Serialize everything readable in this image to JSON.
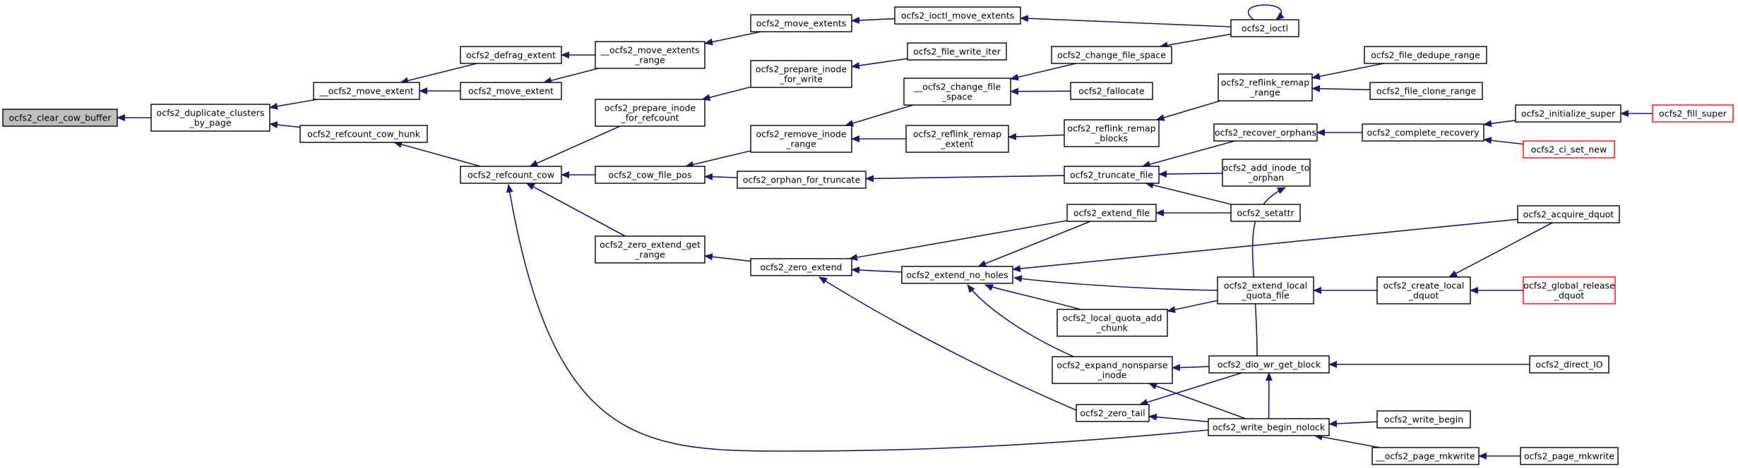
{
  "colors": {
    "edge": "#191970",
    "node_border": "#000000",
    "node_border_truncated": "#ff0000",
    "node_fill": "#ffffff",
    "focus_fill": "#bfbfbf",
    "text": "#000000"
  },
  "nodes": [
    {
      "id": "clear_cow_buffer",
      "lines": [
        "ocfs2_clear_cow_buffer"
      ],
      "focus": true
    },
    {
      "id": "dup_clusters",
      "lines": [
        "ocfs2_duplicate_clusters",
        "_by_page"
      ]
    },
    {
      "id": "move_extent_u",
      "lines": [
        "__ocfs2_move_extent"
      ]
    },
    {
      "id": "refcount_cow_hunk",
      "lines": [
        "ocfs2_refcount_cow_hunk"
      ]
    },
    {
      "id": "defrag_extent",
      "lines": [
        "ocfs2_defrag_extent"
      ]
    },
    {
      "id": "move_extent",
      "lines": [
        "ocfs2_move_extent"
      ]
    },
    {
      "id": "refcount_cow",
      "lines": [
        "ocfs2_refcount_cow"
      ]
    },
    {
      "id": "move_extents_range",
      "lines": [
        "__ocfs2_move_extents",
        "_range"
      ]
    },
    {
      "id": "prepare_inode_refcount",
      "lines": [
        "ocfs2_prepare_inode",
        "_for_refcount"
      ]
    },
    {
      "id": "cow_file_pos",
      "lines": [
        "ocfs2_cow_file_pos"
      ]
    },
    {
      "id": "zero_extend_get_range",
      "lines": [
        "ocfs2_zero_extend_get",
        "_range"
      ]
    },
    {
      "id": "move_extents",
      "lines": [
        "ocfs2_move_extents"
      ]
    },
    {
      "id": "prepare_inode_write",
      "lines": [
        "ocfs2_prepare_inode",
        "_for_write"
      ]
    },
    {
      "id": "remove_inode_range",
      "lines": [
        "ocfs2_remove_inode",
        "_range"
      ]
    },
    {
      "id": "orphan_for_truncate",
      "lines": [
        "ocfs2_orphan_for_truncate"
      ]
    },
    {
      "id": "zero_extend",
      "lines": [
        "ocfs2_zero_extend"
      ]
    },
    {
      "id": "ioctl_move_extents",
      "lines": [
        "ocfs2_ioctl_move_extents"
      ]
    },
    {
      "id": "file_write_iter",
      "lines": [
        "ocfs2_file_write_iter"
      ]
    },
    {
      "id": "change_file_space_u",
      "lines": [
        "__ocfs2_change_file",
        "_space"
      ]
    },
    {
      "id": "reflink_remap_extent",
      "lines": [
        "ocfs2_reflink_remap",
        "_extent"
      ]
    },
    {
      "id": "extend_no_holes",
      "lines": [
        "ocfs2_extend_no_holes"
      ]
    },
    {
      "id": "change_file_space",
      "lines": [
        "ocfs2_change_file_space"
      ]
    },
    {
      "id": "fallocate",
      "lines": [
        "ocfs2_fallocate"
      ]
    },
    {
      "id": "reflink_remap_blocks",
      "lines": [
        "ocfs2_reflink_remap",
        "_blocks"
      ]
    },
    {
      "id": "truncate_file",
      "lines": [
        "ocfs2_truncate_file"
      ]
    },
    {
      "id": "extend_file",
      "lines": [
        "ocfs2_extend_file"
      ]
    },
    {
      "id": "local_quota_add_chunk",
      "lines": [
        "ocfs2_local_quota_add",
        "_chunk"
      ]
    },
    {
      "id": "expand_nonsparse",
      "lines": [
        "ocfs2_expand_nonsparse",
        "_inode"
      ]
    },
    {
      "id": "zero_tail",
      "lines": [
        "ocfs2_zero_tail"
      ]
    },
    {
      "id": "ioctl",
      "lines": [
        "ocfs2_ioctl"
      ]
    },
    {
      "id": "reflink_remap_range",
      "lines": [
        "ocfs2_reflink_remap",
        "_range"
      ]
    },
    {
      "id": "recover_orphans",
      "lines": [
        "ocfs2_recover_orphans"
      ]
    },
    {
      "id": "add_inode_to_orphan",
      "lines": [
        "ocfs2_add_inode_to",
        "_orphan"
      ]
    },
    {
      "id": "setattr",
      "lines": [
        "ocfs2_setattr"
      ]
    },
    {
      "id": "extend_local_quota_file",
      "lines": [
        "ocfs2_extend_local",
        "_quota_file"
      ]
    },
    {
      "id": "write_begin_nolock",
      "lines": [
        "ocfs2_write_begin_nolock"
      ]
    },
    {
      "id": "dio_wr_get_block",
      "lines": [
        "ocfs2_dio_wr_get_block"
      ]
    },
    {
      "id": "write_begin",
      "lines": [
        "ocfs2_write_begin"
      ]
    },
    {
      "id": "page_mkwrite_u",
      "lines": [
        "__ocfs2_page_mkwrite"
      ]
    },
    {
      "id": "file_dedupe_range",
      "lines": [
        "ocfs2_file_dedupe_range"
      ]
    },
    {
      "id": "file_clone_range",
      "lines": [
        "ocfs2_file_clone_range"
      ]
    },
    {
      "id": "complete_recovery",
      "lines": [
        "ocfs2_complete_recovery"
      ]
    },
    {
      "id": "create_local_dquot",
      "lines": [
        "ocfs2_create_local",
        "_dquot"
      ]
    },
    {
      "id": "initialize_super",
      "lines": [
        "ocfs2_initialize_super"
      ]
    },
    {
      "id": "ci_set_new",
      "lines": [
        "ocfs2_ci_set_new"
      ],
      "truncated": true
    },
    {
      "id": "acquire_dquot",
      "lines": [
        "ocfs2_acquire_dquot"
      ]
    },
    {
      "id": "global_release_dquot",
      "lines": [
        "ocfs2_global_release",
        "_dquot"
      ],
      "truncated": true
    },
    {
      "id": "direct_io",
      "lines": [
        "ocfs2_direct_IO"
      ]
    },
    {
      "id": "page_mkwrite",
      "lines": [
        "ocfs2_page_mkwrite"
      ]
    },
    {
      "id": "fill_super",
      "lines": [
        "ocfs2_fill_super"
      ],
      "truncated": true
    }
  ],
  "edges": [
    {
      "from": "dup_clusters",
      "to": "clear_cow_buffer"
    },
    {
      "from": "move_extent_u",
      "to": "dup_clusters"
    },
    {
      "from": "refcount_cow_hunk",
      "to": "dup_clusters"
    },
    {
      "from": "defrag_extent",
      "to": "move_extent_u"
    },
    {
      "from": "move_extent",
      "to": "move_extent_u"
    },
    {
      "from": "refcount_cow",
      "to": "refcount_cow_hunk"
    },
    {
      "from": "move_extents_range",
      "to": "defrag_extent"
    },
    {
      "from": "move_extents_range",
      "to": "move_extent"
    },
    {
      "from": "prepare_inode_refcount",
      "to": "refcount_cow"
    },
    {
      "from": "cow_file_pos",
      "to": "refcount_cow"
    },
    {
      "from": "zero_extend_get_range",
      "to": "refcount_cow"
    },
    {
      "from": "write_begin_nolock",
      "to": "refcount_cow"
    },
    {
      "from": "move_extents",
      "to": "move_extents_range"
    },
    {
      "from": "prepare_inode_write",
      "to": "prepare_inode_refcount"
    },
    {
      "from": "remove_inode_range",
      "to": "cow_file_pos"
    },
    {
      "from": "orphan_for_truncate",
      "to": "cow_file_pos"
    },
    {
      "from": "zero_extend",
      "to": "zero_extend_get_range"
    },
    {
      "from": "ioctl_move_extents",
      "to": "move_extents"
    },
    {
      "from": "file_write_iter",
      "to": "prepare_inode_write"
    },
    {
      "from": "change_file_space_u",
      "to": "remove_inode_range"
    },
    {
      "from": "reflink_remap_extent",
      "to": "remove_inode_range"
    },
    {
      "from": "truncate_file",
      "to": "orphan_for_truncate"
    },
    {
      "from": "extend_file",
      "to": "zero_extend"
    },
    {
      "from": "extend_no_holes",
      "to": "zero_extend"
    },
    {
      "from": "zero_tail",
      "to": "zero_extend"
    },
    {
      "from": "ioctl",
      "to": "ioctl_move_extents"
    },
    {
      "from": "change_file_space",
      "to": "change_file_space_u"
    },
    {
      "from": "fallocate",
      "to": "change_file_space_u"
    },
    {
      "from": "reflink_remap_blocks",
      "to": "reflink_remap_extent"
    },
    {
      "from": "extend_file",
      "to": "extend_no_holes"
    },
    {
      "from": "acquire_dquot",
      "to": "extend_no_holes"
    },
    {
      "from": "extend_local_quota_file",
      "to": "extend_no_holes"
    },
    {
      "from": "local_quota_add_chunk",
      "to": "extend_no_holes"
    },
    {
      "from": "expand_nonsparse",
      "to": "extend_no_holes"
    },
    {
      "from": "ioctl",
      "to": "change_file_space"
    },
    {
      "from": "reflink_remap_range",
      "to": "reflink_remap_blocks"
    },
    {
      "from": "recover_orphans",
      "to": "truncate_file"
    },
    {
      "from": "add_inode_to_orphan",
      "to": "truncate_file"
    },
    {
      "from": "setattr",
      "to": "truncate_file"
    },
    {
      "from": "setattr",
      "to": "extend_file"
    },
    {
      "from": "extend_local_quota_file",
      "to": "local_quota_add_chunk"
    },
    {
      "from": "dio_wr_get_block",
      "to": "expand_nonsparse"
    },
    {
      "from": "write_begin_nolock",
      "to": "expand_nonsparse"
    },
    {
      "from": "dio_wr_get_block",
      "to": "zero_tail"
    },
    {
      "from": "write_begin_nolock",
      "to": "zero_tail"
    },
    {
      "from": "ioctl",
      "to": "ioctl"
    },
    {
      "from": "file_dedupe_range",
      "to": "reflink_remap_range"
    },
    {
      "from": "file_clone_range",
      "to": "reflink_remap_range"
    },
    {
      "from": "complete_recovery",
      "to": "recover_orphans"
    },
    {
      "from": "dio_wr_get_block",
      "to": "add_inode_to_orphan"
    },
    {
      "from": "create_local_dquot",
      "to": "extend_local_quota_file"
    },
    {
      "from": "write_begin",
      "to": "write_begin_nolock"
    },
    {
      "from": "page_mkwrite_u",
      "to": "write_begin_nolock"
    },
    {
      "from": "write_begin_nolock",
      "to": "dio_wr_get_block"
    },
    {
      "from": "direct_io",
      "to": "dio_wr_get_block"
    },
    {
      "from": "page_mkwrite",
      "to": "page_mkwrite_u"
    },
    {
      "from": "initialize_super",
      "to": "complete_recovery"
    },
    {
      "from": "ci_set_new",
      "to": "complete_recovery"
    },
    {
      "from": "acquire_dquot",
      "to": "create_local_dquot"
    },
    {
      "from": "global_release_dquot",
      "to": "create_local_dquot"
    },
    {
      "from": "fill_super",
      "to": "initialize_super"
    }
  ]
}
